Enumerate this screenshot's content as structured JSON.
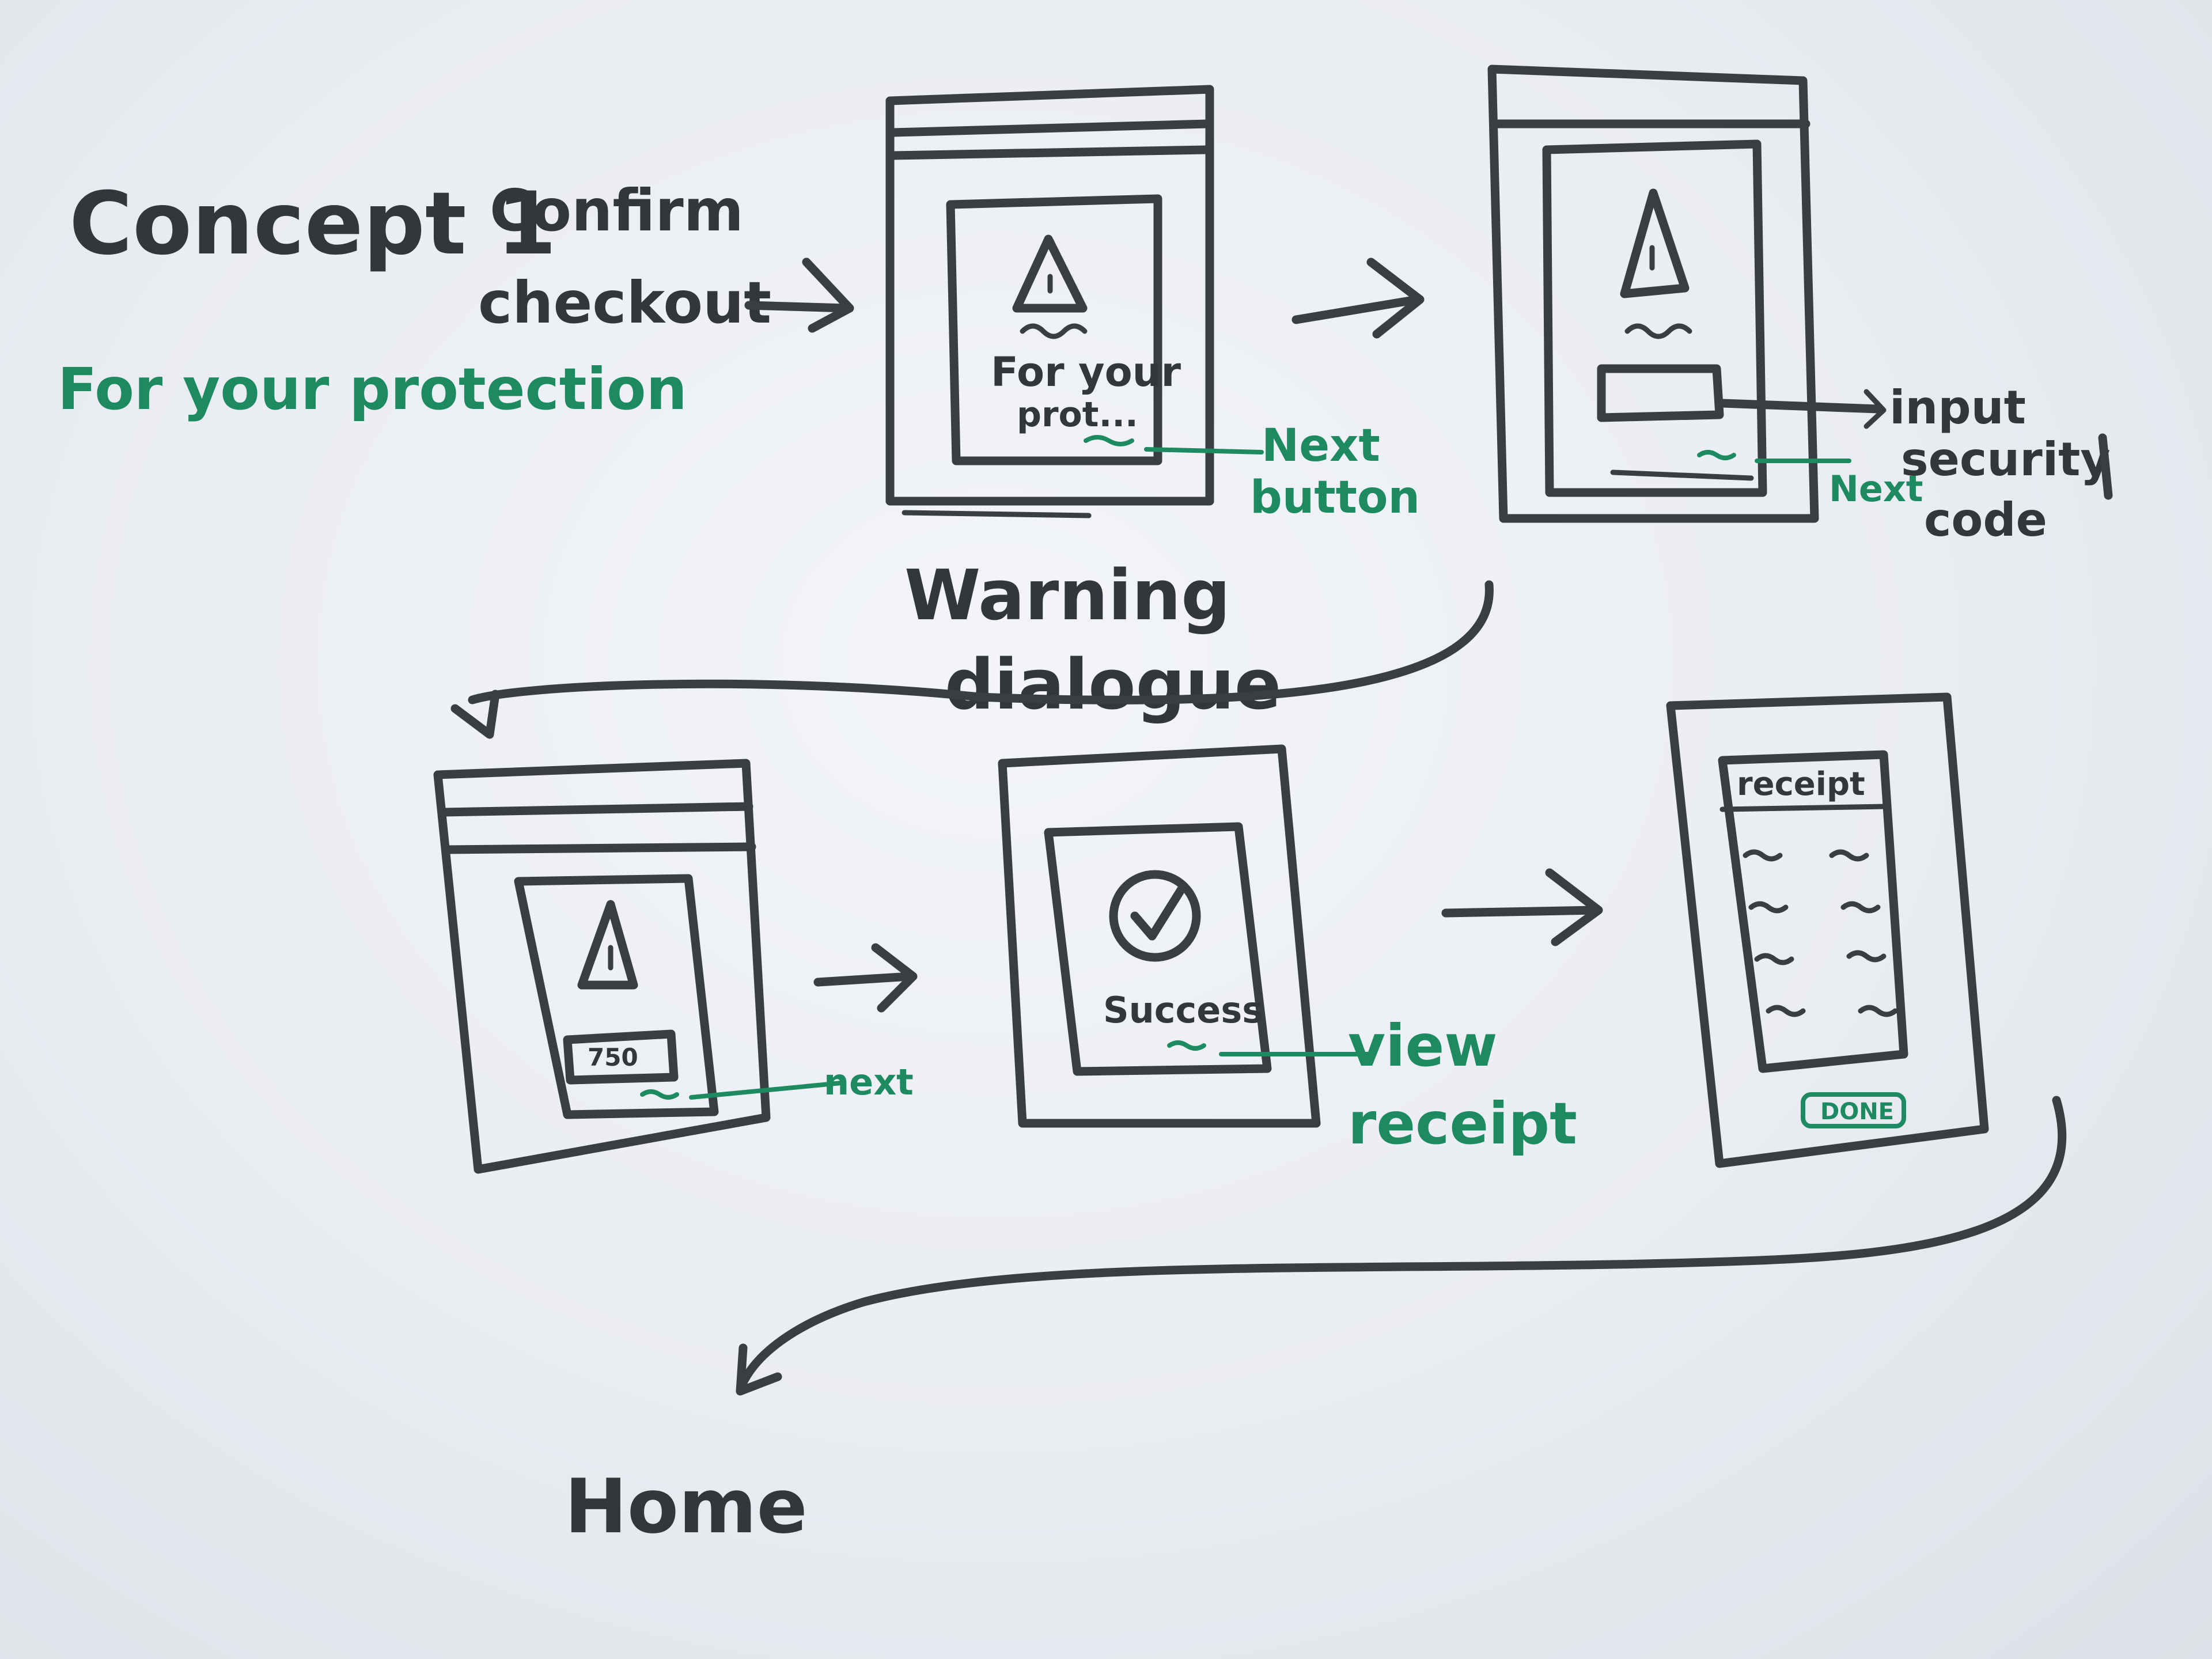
{
  "title": "Concept 1",
  "subtitle": "For your protection",
  "colors": {
    "ink": "#3a3d42",
    "marker_green": "#1e8a62",
    "board": "#eceff3"
  },
  "labels": {
    "confirm_checkout": [
      "Confirm",
      "checkout"
    ],
    "warning_dialogue": [
      "Warning",
      "dialogue"
    ],
    "home": "Home",
    "input_security_code": [
      "input",
      "security",
      "code"
    ],
    "next_button": [
      "Next",
      "button"
    ],
    "next_2": "Next",
    "next_3": "next",
    "view_receipt": [
      "view",
      "receipt"
    ]
  },
  "screen_text": {
    "for_your": "For your",
    "prot": "prot...",
    "success": "Success",
    "receipt": "receipt",
    "done": "DONE",
    "code_value": "750"
  },
  "icons": {
    "warning": "warning-triangle-icon",
    "success": "check-circle-icon",
    "arrow": "arrow-right-icon"
  }
}
